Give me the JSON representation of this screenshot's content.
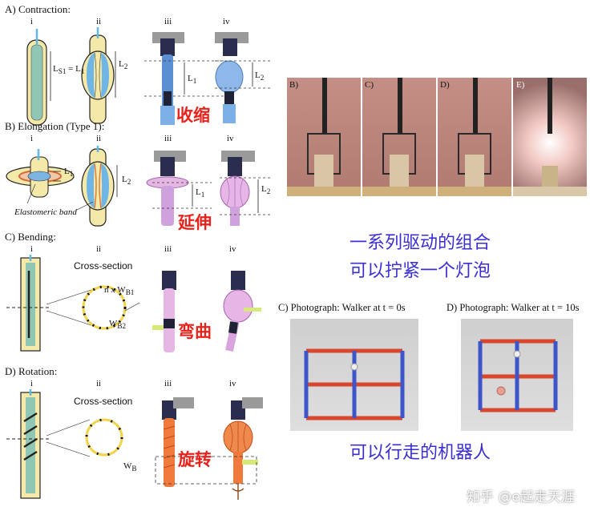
{
  "sections": {
    "A": {
      "title": "A) Contraction:",
      "subs": [
        "i",
        "ii",
        "iii",
        "iv"
      ],
      "eq": "L",
      "eq_sub": "S1",
      "eq_rhs": "= L",
      "eq_rhs_sub": "1",
      "l2": "L",
      "l2_sub": "2",
      "l1b": "L",
      "l1b_sub": "1",
      "l2b": "L",
      "l2b_sub": "2"
    },
    "B": {
      "title": "B) Elongation (Type 1):",
      "subs": [
        "i",
        "ii",
        "iii",
        "iv"
      ],
      "band": "Elastomeric band",
      "l1": "L",
      "l1_sub": "1",
      "l2": "L",
      "l2_sub": "2",
      "l1b": "L",
      "l1b_sub": "1",
      "l2b": "L",
      "l2b_sub": "2"
    },
    "C": {
      "title": "C) Bending:",
      "subs": [
        "i",
        "ii",
        "iii",
        "iv"
      ],
      "cross": "Cross-section",
      "wb1": "n x W",
      "wb1_sub": "B1",
      "wb2": "W",
      "wb2_sub": "B2"
    },
    "D": {
      "title": "D) Rotation:",
      "subs": [
        "i",
        "ii",
        "iii",
        "iv"
      ],
      "cross": "Cross-section",
      "wb": "W",
      "wb_sub": "B"
    }
  },
  "annotations": {
    "contraction": "收缩",
    "elongation": "延伸",
    "bending": "弯曲",
    "rotation": "旋转",
    "combo_line1": "一系列驱动的组合",
    "combo_line2": "可以拧紧一个灯泡",
    "walker": "可以行走的机器人"
  },
  "right_panels": {
    "labels": [
      "B)",
      "C)",
      "D)",
      "E)"
    ],
    "walker_c": "C) Photograph: Walker at t = 0s",
    "walker_d": "D) Photograph: Walker at t = 10s"
  },
  "watermark": "知乎 @e起走天涯",
  "colors": {
    "annotation_red": "#e8221b",
    "annotation_blue": "#3b2fd0",
    "tube_yellow": "#f4e9a8",
    "tube_green": "#8fc7b4"
  }
}
